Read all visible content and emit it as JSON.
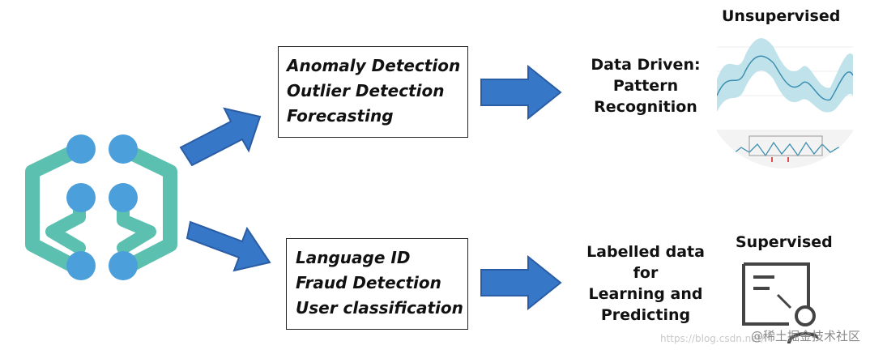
{
  "unsupervised": {
    "title": "Unsupervised",
    "tasks": [
      "Anomaly Detection",
      "Outlier Detection",
      "Forecasting"
    ],
    "result_lines": [
      "Data Driven:",
      "Pattern",
      "Recognition"
    ]
  },
  "supervised": {
    "title": "Supervised",
    "tasks": [
      "Language ID",
      "Fraud Detection",
      "User classification"
    ],
    "result_lines": [
      "Labelled data",
      "for",
      "Learning and",
      "Predicting"
    ]
  },
  "watermark": {
    "text": "@稀土掘金技术社区",
    "url": "https://blog.csdn.net/"
  },
  "colors": {
    "arrow_fill": "#3777c8",
    "arrow_stroke": "#2a5da3",
    "logo_teal": "#5bc0b0",
    "logo_blue": "#4b9fdb",
    "chart_band": "#b5dde8",
    "chart_line": "#3c8fb0"
  },
  "icons": {
    "logo": "brain-circuit-icon",
    "supervised": "labelled-document-user-icon"
  }
}
